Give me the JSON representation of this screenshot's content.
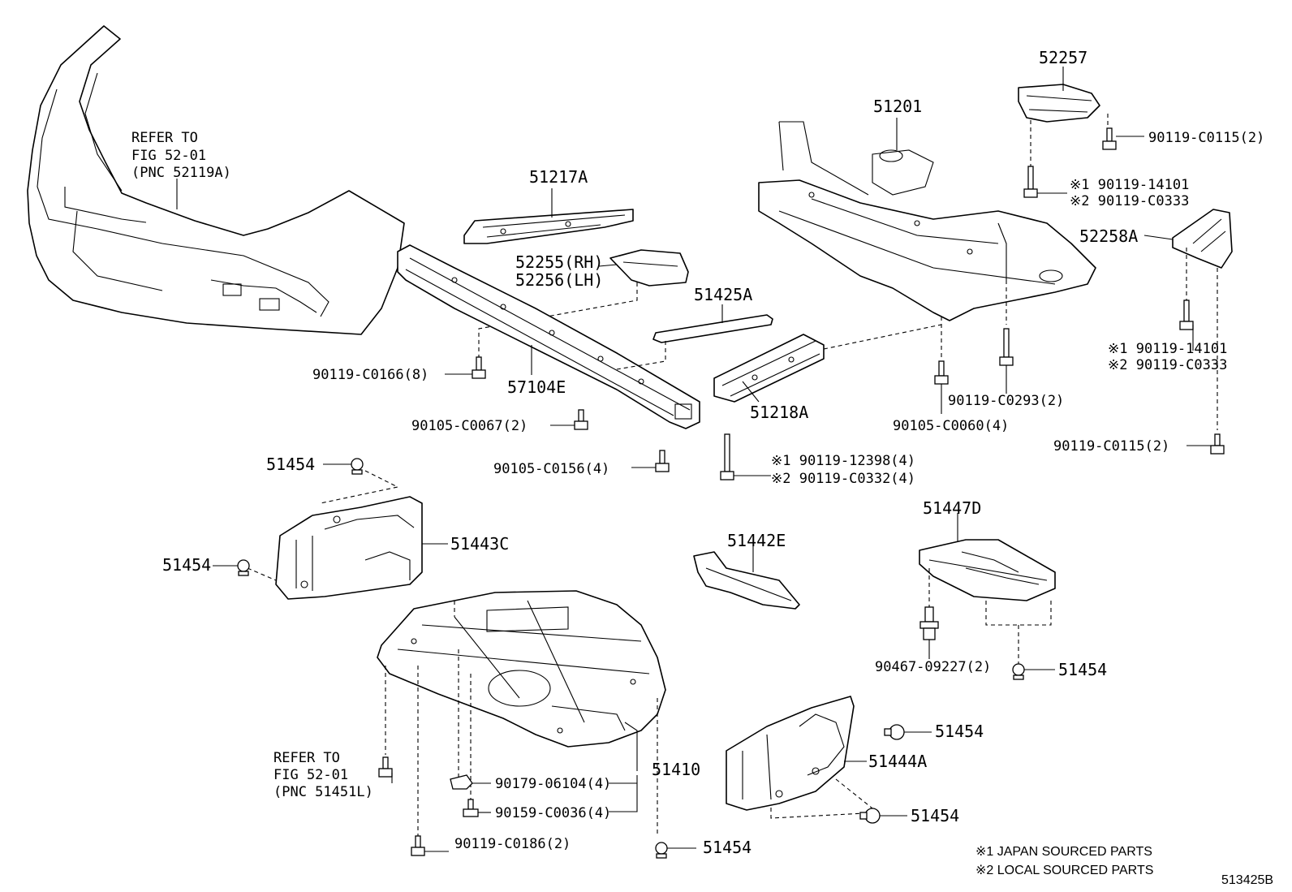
{
  "diagram_id": "513425B",
  "notes": [
    "※1 JAPAN SOURCED PARTS",
    "※2 LOCAL SOURCED PARTS"
  ],
  "refs": {
    "bumper": [
      "REFER TO",
      "FIG 52-01",
      "(PNC 52119A)"
    ],
    "cover": [
      "REFER TO",
      "FIG 52-01",
      "(PNC 51451L)"
    ]
  },
  "labels": {
    "p52257": "52257",
    "p51201": "51201",
    "p90119_C0115_a": "90119-C0115(2)",
    "p90119_14101_a": "※1 90119-14101",
    "p90119_C0333_a": "※2 90119-C0333",
    "p52258A": "52258A",
    "p90119_14101_b": "※1 90119-14101",
    "p90119_C0333_b": "※2 90119-C0333",
    "p90119_C0115_b": "90119-C0115(2)",
    "p51217A": "51217A",
    "p52255": "52255(RH)",
    "p52256": "52256(LH)",
    "p51425A": "51425A",
    "p90119_C0166": "90119-C0166(8)",
    "p57104E": "57104E",
    "p90105_C0067": "90105-C0067(2)",
    "p90105_C0156": "90105-C0156(4)",
    "p51218A": "51218A",
    "p90119_12398": "※1 90119-12398(4)",
    "p90119_C0332": "※2 90119-C0332(4)",
    "p90119_C0293": "90119-C0293(2)",
    "p90105_C0060": "90105-C0060(4)",
    "p51454_a": "51454",
    "p51443C": "51443C",
    "p51454_b": "51454",
    "p51442E": "51442E",
    "p51447D": "51447D",
    "p90467_09227": "90467-09227(2)",
    "p51454_c": "51454",
    "p51454_d": "51454",
    "p51444A": "51444A",
    "p51410": "51410",
    "p90179_06104": "90179-06104(4)",
    "p90159_C0036": "90159-C0036(4)",
    "p51454_e": "51454",
    "p90119_C0186": "90119-C0186(2)",
    "p51454_f": "51454"
  }
}
